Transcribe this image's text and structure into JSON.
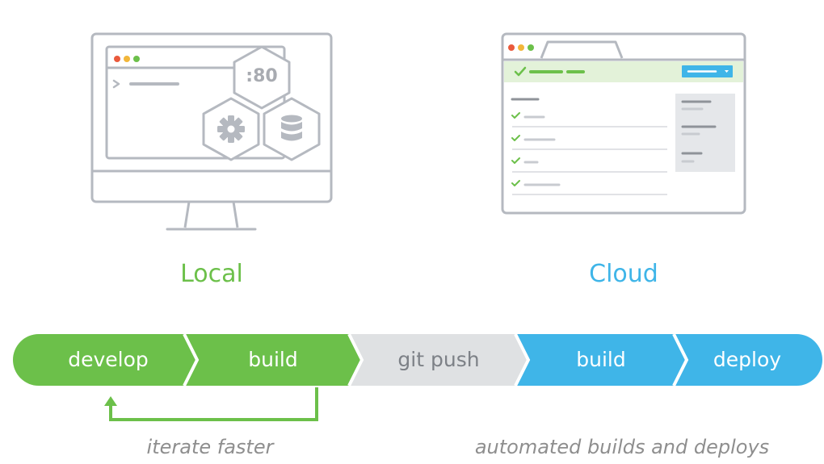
{
  "local": {
    "label": "Local",
    "port_badge": ":80",
    "icons": [
      "gear-icon",
      "database-icon",
      "terminal-prompt-icon"
    ]
  },
  "cloud": {
    "label": "Cloud",
    "icons": [
      "checkmark-icon",
      "dropdown-button"
    ]
  },
  "pipeline": {
    "steps": [
      {
        "label": "develop",
        "stage": "local"
      },
      {
        "label": "build",
        "stage": "local"
      },
      {
        "label": "git push",
        "stage": "transition"
      },
      {
        "label": "build",
        "stage": "cloud"
      },
      {
        "label": "deploy",
        "stage": "cloud"
      }
    ]
  },
  "captions": {
    "local": "iterate faster",
    "cloud": "automated builds and deploys"
  },
  "colors": {
    "local_green": "#6cc04a",
    "cloud_blue": "#3fb5e8",
    "push_gray": "#dfe1e3",
    "outline_gray": "#b5b9c0",
    "caption_gray": "#8e8e8e",
    "header_green_bg": "#e3f2d9"
  }
}
